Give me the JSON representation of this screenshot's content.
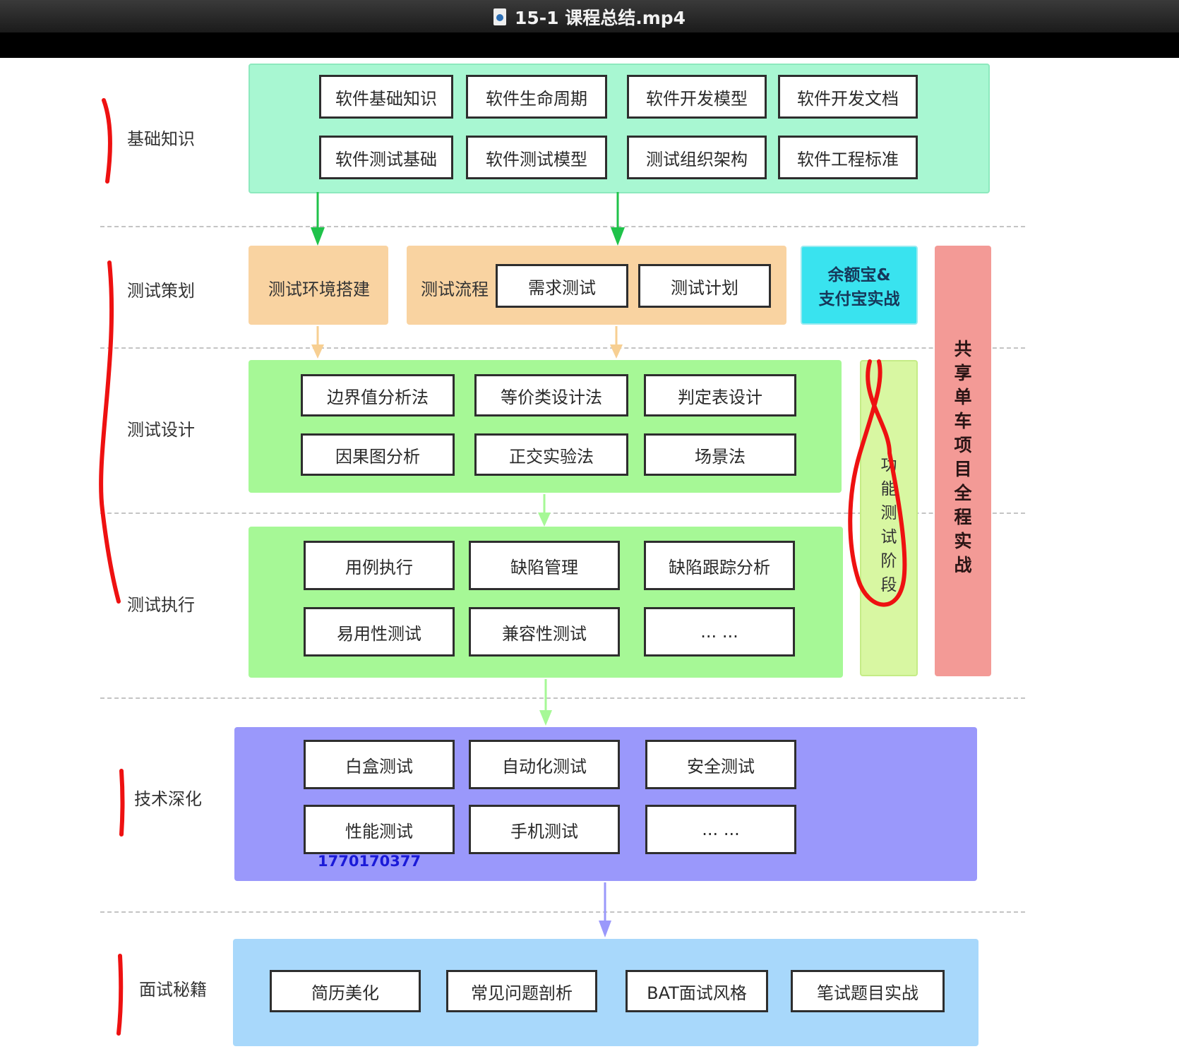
{
  "window": {
    "title": "15-1 课程总结.mp4",
    "file_icon": "quicktime-file-icon"
  },
  "sections": {
    "basics": "基础知识",
    "planning": "测试策划",
    "design": "测试设计",
    "execution": "测试执行",
    "advanced": "技术深化",
    "interview": "面试秘籍"
  },
  "basics_items": [
    "软件基础知识",
    "软件生命周期",
    "软件开发模型",
    "软件开发文档",
    "软件测试基础",
    "软件测试模型",
    "测试组织架构",
    "软件工程标准"
  ],
  "planning": {
    "env": "测试环境搭建",
    "flow_label": "测试流程",
    "req": "需求测试",
    "plan": "测试计划",
    "alipay_line1": "余额宝&",
    "alipay_line2": "支付宝实战"
  },
  "side_bars": {
    "functional": [
      "功",
      "能",
      "测",
      "试",
      "阶",
      "段"
    ],
    "project": [
      "共",
      "享",
      "单",
      "车",
      "项",
      "目",
      "全",
      "程",
      "实",
      "战"
    ]
  },
  "design_items": [
    "边界值分析法",
    "等价类设计法",
    "判定表设计",
    "因果图分析",
    "正交实验法",
    "场景法"
  ],
  "execution_items": [
    "用例执行",
    "缺陷管理",
    "缺陷跟踪分析",
    "易用性测试",
    "兼容性测试",
    "... ..."
  ],
  "advanced_items": [
    "白盒测试",
    "自动化测试",
    "安全测试",
    "性能测试",
    "手机测试",
    "... ..."
  ],
  "watermark": "1770170377",
  "interview_items": [
    "简历美化",
    "常见问题剖析",
    "BAT面试风格",
    "笔试题目实战"
  ],
  "colors": {
    "basics_panel": "#a8f7d2",
    "planning_panel": "#f9d3a1",
    "alipay_panel": "#39e3ef",
    "design_panel": "#a6f896",
    "functional_bar": "#d8f7a2",
    "project_bar": "#f39a96",
    "advanced_panel": "#9a98fb",
    "interview_panel": "#a8d8fb",
    "annotation_red": "#ee1111"
  }
}
